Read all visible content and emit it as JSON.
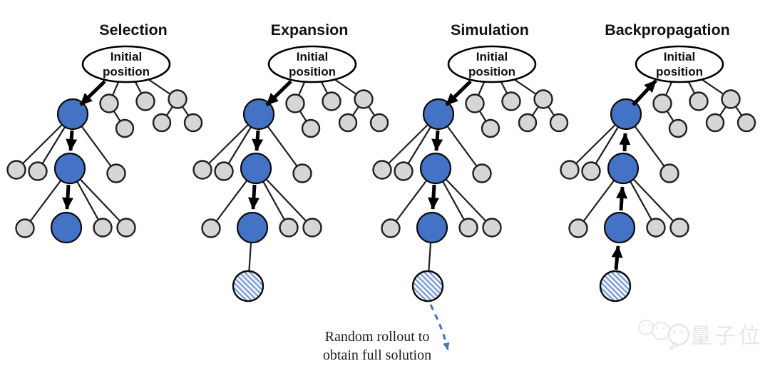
{
  "diagram": {
    "panels": [
      {
        "title": "Selection",
        "root": {
          "line1": "Initial",
          "line2": "position"
        }
      },
      {
        "title": "Expansion",
        "root": {
          "line1": "Initial",
          "line2": "position"
        }
      },
      {
        "title": "Simulation",
        "root": {
          "line1": "Initial",
          "line2": "position"
        }
      },
      {
        "title": "Backpropagation",
        "root": {
          "line1": "Initial",
          "line2": "position"
        }
      }
    ],
    "annotation": {
      "line1": "Random rollout to",
      "line2": "obtain full solution"
    },
    "watermark": {
      "text": "量子位"
    }
  },
  "colors": {
    "selected_node": "#4472C4",
    "unexplored_node": "#D6D6D6",
    "new_node_hatch": "#7F9FD8",
    "edge": "#1F1F1F",
    "arrow": "#000000",
    "rollout_arrow": "#4472C4",
    "background": "#FFFFFF",
    "watermark_gray": "#D6D6D6"
  }
}
